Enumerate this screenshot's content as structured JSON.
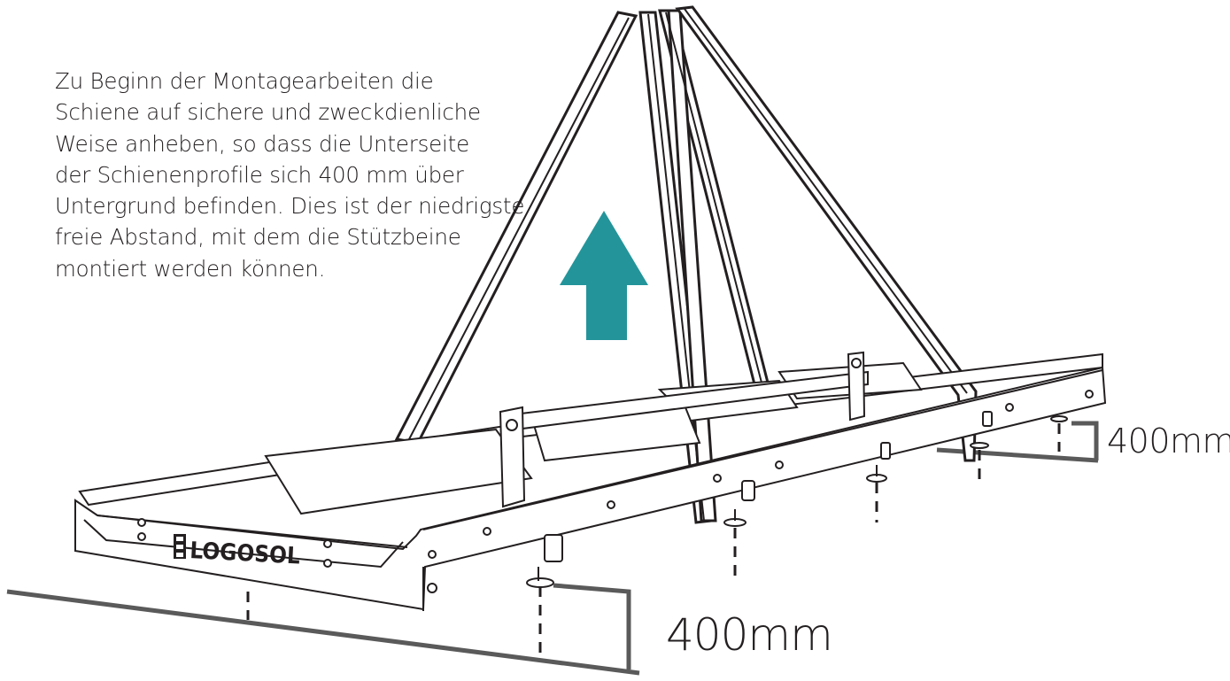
{
  "instruction": {
    "lines": [
      "Zu Beginn der Montagearbeiten die",
      "Schiene auf sichere und zweckdienliche",
      "Weise anheben, so dass die Unterseite",
      "der Schienenprofile sich 400 mm über",
      "Untergrund befinden. Dies ist der niedrigste",
      "freie Abstand, mit dem die Stützbeine",
      "montiert werden können."
    ]
  },
  "dimensions": {
    "front": "400mm",
    "rear": "400mm"
  },
  "brand": {
    "logo_text": "LOGOSOL"
  },
  "colors": {
    "lift_arrow": "#23959a",
    "line": "#231f20",
    "ground": "#5a5a5a"
  },
  "icons": {
    "lift_arrow": "arrow-up-icon",
    "logo_mark": "logosol-logo-icon"
  }
}
